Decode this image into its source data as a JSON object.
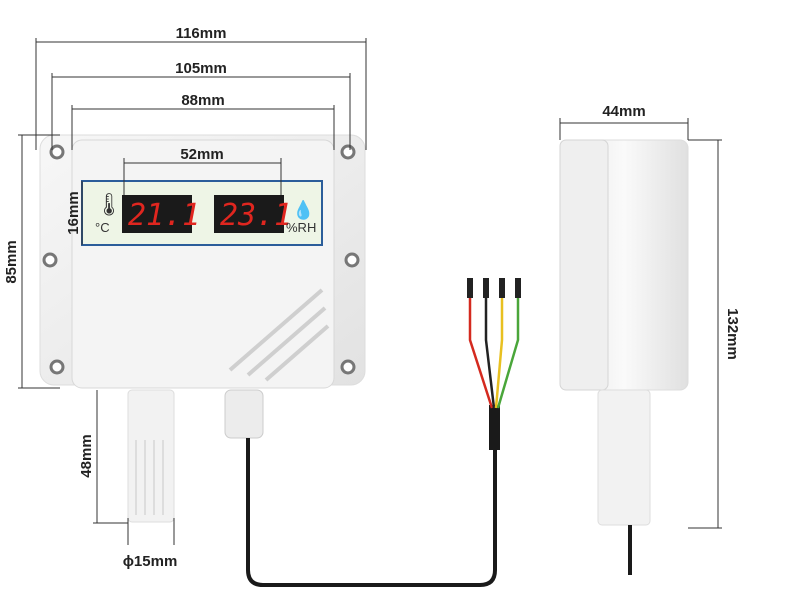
{
  "dimensions": {
    "total_width": "116mm",
    "hole_spacing": "105mm",
    "body_width": "88mm",
    "display_width": "52mm",
    "display_height": "16mm",
    "body_height": "85mm",
    "probe_length": "48mm",
    "probe_diameter": "ϕ15mm",
    "side_depth": "44mm",
    "side_height": "132mm"
  },
  "display": {
    "temperature": "21.1",
    "temperature_unit": "°C",
    "humidity": "23.1",
    "humidity_unit": "%RH"
  },
  "colors": {
    "segment_red": "#e0261f",
    "wire_red": "#d42a1f",
    "wire_black": "#222222",
    "wire_yellow": "#e8c020",
    "wire_green": "#4aa63a"
  }
}
